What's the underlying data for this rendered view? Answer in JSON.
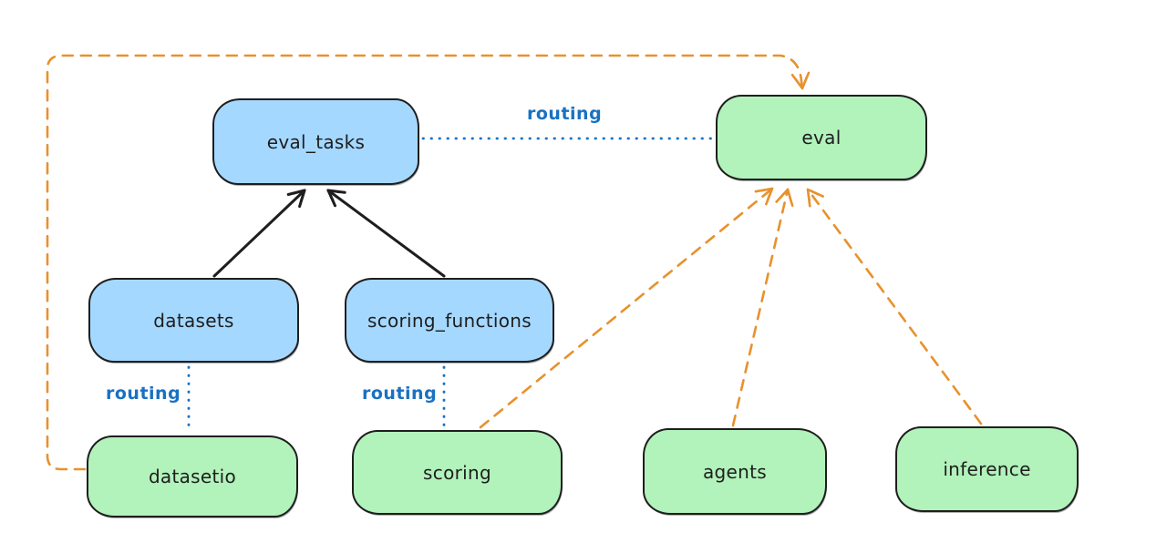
{
  "diagram": {
    "nodes": {
      "eval_tasks": {
        "label": "eval_tasks",
        "fill": "#a5d8ff"
      },
      "eval": {
        "label": "eval",
        "fill": "#b2f2bb"
      },
      "datasets": {
        "label": "datasets",
        "fill": "#a5d8ff"
      },
      "scoring_functions": {
        "label": "scoring_functions",
        "fill": "#a5d8ff"
      },
      "datasetio": {
        "label": "datasetio",
        "fill": "#b2f2bb"
      },
      "scoring": {
        "label": "scoring",
        "fill": "#b2f2bb"
      },
      "agents": {
        "label": "agents",
        "fill": "#b2f2bb"
      },
      "inference": {
        "label": "inference",
        "fill": "#b2f2bb"
      }
    },
    "edge_labels": {
      "eval_tasks_eval": "routing",
      "datasets_datasetio": "routing",
      "scoring_functions_scoring": "routing"
    },
    "edges": [
      {
        "from": "datasets",
        "to": "eval_tasks",
        "style": "solid-arrow",
        "color": "#1e1e1e"
      },
      {
        "from": "scoring_functions",
        "to": "eval_tasks",
        "style": "solid-arrow",
        "color": "#1e1e1e"
      },
      {
        "from": "eval_tasks",
        "to": "eval",
        "style": "dotted",
        "color": "#1971c2",
        "label": "routing"
      },
      {
        "from": "datasets",
        "to": "datasetio",
        "style": "dotted",
        "color": "#1971c2",
        "label": "routing"
      },
      {
        "from": "scoring_functions",
        "to": "scoring",
        "style": "dotted",
        "color": "#1971c2",
        "label": "routing"
      },
      {
        "from": "datasetio",
        "to": "eval",
        "style": "dashed-arrow",
        "color": "#e8912d"
      },
      {
        "from": "scoring",
        "to": "eval",
        "style": "dashed-arrow",
        "color": "#e8912d"
      },
      {
        "from": "agents",
        "to": "eval",
        "style": "dashed-arrow",
        "color": "#e8912d"
      },
      {
        "from": "inference",
        "to": "eval",
        "style": "dashed-arrow",
        "color": "#e8912d"
      }
    ],
    "colors": {
      "node_blue": "#a5d8ff",
      "node_green": "#b2f2bb",
      "border": "#1e1e1e",
      "routing_blue": "#1971c2",
      "dashed_orange": "#e8912d",
      "background": "#ffffff"
    }
  }
}
